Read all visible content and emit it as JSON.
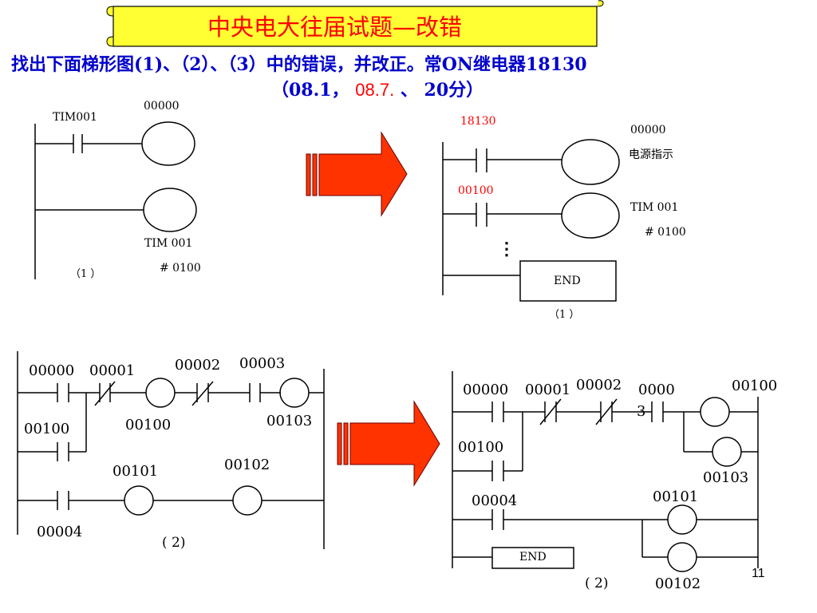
{
  "page": {
    "title": "中央电大往届试题—改错",
    "instruction_line1": "找出下面梯形图(1)、（2）、（3）中的错误，并改正。常ON继电器18130",
    "instruction_line2_a": "（08.1，",
    "instruction_line2_b": "08.7.",
    "instruction_line2_c": "、 20分）",
    "page_number": "11"
  },
  "colors": {
    "banner_fill": "#ffff33",
    "title_red": "#ff0000",
    "instruction_blue": "#0000cc",
    "arrow_red": "#ff3300",
    "line": "#000000"
  },
  "diagram1_original": {
    "contact_label": "TIM001",
    "coil1_label": "00000",
    "coil2_label": "TIM 001",
    "coil2_setting": "# 0100",
    "caption": "（1 ）"
  },
  "diagram1_corrected": {
    "contact1_label": "18130",
    "coil1_label": "00000",
    "coil1_note": "电源指示",
    "contact2_label": "00100",
    "coil2_label": "TIM 001",
    "coil2_setting": "# 0100",
    "ellipsis": "⋮",
    "end_label": "END",
    "caption": "（1 ）"
  },
  "diagram2_original": {
    "c_00000": "00000",
    "c_00001": "00001",
    "c_00002": "00002",
    "c_00003": "00003",
    "c_00100": "00100",
    "coil_00100": "00100",
    "coil_00103": "00103",
    "coil_00101": "00101",
    "coil_00102": "00102",
    "c_00004": "00004",
    "caption": "( 2)"
  },
  "diagram2_corrected": {
    "c_00000": "00000",
    "c_00001": "00001",
    "c_00002": "00002",
    "c_00003_a": "0000",
    "c_00003_b": "3",
    "coil_00100": "00100",
    "c_00100": "00100",
    "coil_00103": "00103",
    "c_00004": "00004",
    "coil_00101": "00101",
    "end_label": "END",
    "caption": "( 2)",
    "coil_00102": "00102"
  }
}
